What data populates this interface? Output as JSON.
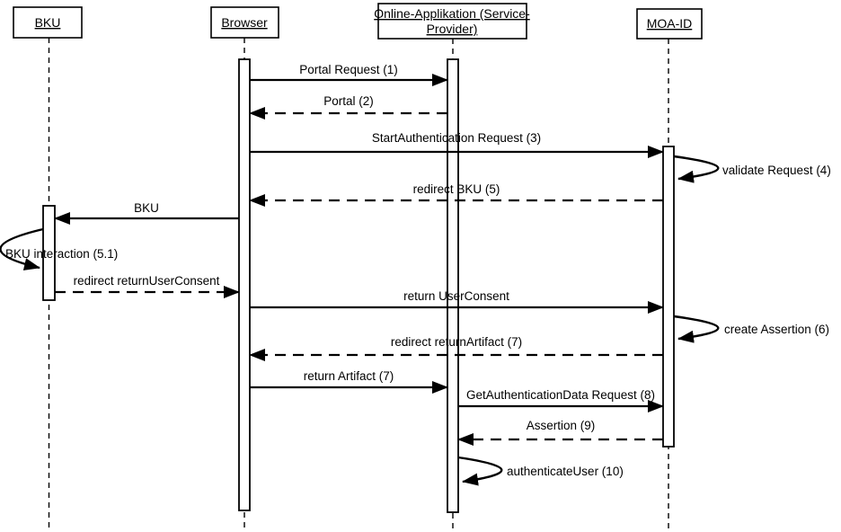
{
  "diagram": {
    "type": "uml-sequence-diagram",
    "colors": {
      "stroke": "#000000",
      "fill": "#ffffff",
      "text": "#000000",
      "background": "#ffffff"
    },
    "actors": {
      "bku": {
        "label": "BKU"
      },
      "browser": {
        "label": "Browser"
      },
      "online_app": {
        "label": "Online-Applikation (Service-Provider)",
        "line1": "Online-Applikation (Service-",
        "line2": "Provider)"
      },
      "moa_id": {
        "label": "MOA-ID"
      }
    },
    "messages": {
      "portal_request": {
        "label": "Portal Request (1)",
        "from": "Browser",
        "to": "Online-Applikation (Service-Provider)",
        "line_style": "solid"
      },
      "portal": {
        "label": "Portal (2)",
        "from": "Online-Applikation (Service-Provider)",
        "to": "Browser",
        "line_style": "dashed"
      },
      "start_authentication": {
        "label": "StartAuthentication Request (3)",
        "from": "Browser",
        "to": "MOA-ID",
        "line_style": "solid"
      },
      "validate_request": {
        "label": "validate Request (4)",
        "from": "MOA-ID",
        "to": "MOA-ID",
        "line_style": "self"
      },
      "redirect_bku": {
        "label": "redirect BKU (5)",
        "from": "MOA-ID",
        "to": "Browser",
        "line_style": "dashed"
      },
      "bku": {
        "label": "BKU",
        "from": "Browser",
        "to": "BKU",
        "line_style": "solid"
      },
      "bku_interaction": {
        "label": "BKU interaction (5.1)",
        "from": "BKU",
        "to": "BKU",
        "line_style": "self"
      },
      "redirect_user_consent": {
        "label": "redirect returnUserConsent",
        "from": "BKU",
        "to": "Browser",
        "line_style": "dashed"
      },
      "return_user_consent": {
        "label": "return UserConsent",
        "from": "Browser",
        "to": "MOA-ID",
        "line_style": "solid"
      },
      "create_assertion": {
        "label": "create Assertion (6)",
        "from": "MOA-ID",
        "to": "MOA-ID",
        "line_style": "self"
      },
      "redirect_artifact": {
        "label": "redirect returnArtifact (7)",
        "from": "MOA-ID",
        "to": "Browser",
        "line_style": "dashed"
      },
      "return_artifact": {
        "label": "return Artifact (7)",
        "from": "Browser",
        "to": "Online-Applikation (Service-Provider)",
        "line_style": "solid"
      },
      "get_auth_data": {
        "label": "GetAuthenticationData Request (8)",
        "from": "Online-Applikation (Service-Provider)",
        "to": "MOA-ID",
        "line_style": "solid"
      },
      "assertion": {
        "label": "Assertion (9)",
        "from": "MOA-ID",
        "to": "Online-Applikation (Service-Provider)",
        "line_style": "dashed"
      },
      "authenticate_user": {
        "label": "authenticateUser (10)",
        "from": "Online-Applikation (Service-Provider)",
        "to": "Online-Applikation (Service-Provider)",
        "line_style": "self"
      }
    }
  }
}
